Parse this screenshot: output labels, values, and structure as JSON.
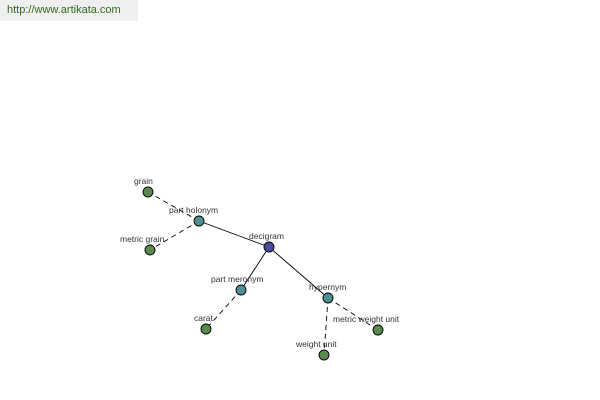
{
  "banner": {
    "url": "http://www.artikata.com"
  },
  "colors": {
    "center": "#4a4a9c",
    "relation": "#4f8f93",
    "leaf": "#5a8a4e",
    "banner_text": "#33691e",
    "banner_bg": "#efefef"
  },
  "graph": {
    "nodes": [
      {
        "id": "decigram",
        "label": "decigram",
        "kind": "center"
      },
      {
        "id": "part-holonym",
        "label": "part holonym",
        "kind": "relation"
      },
      {
        "id": "part-meronym",
        "label": "part meronym",
        "kind": "relation"
      },
      {
        "id": "hypernym",
        "label": "hypernym",
        "kind": "relation"
      },
      {
        "id": "grain",
        "label": "grain",
        "kind": "leaf"
      },
      {
        "id": "metric-grain",
        "label": "metric grain",
        "kind": "leaf"
      },
      {
        "id": "carat",
        "label": "carat",
        "kind": "leaf"
      },
      {
        "id": "weight-unit",
        "label": "weight unit",
        "kind": "leaf"
      },
      {
        "id": "metric-weight-unit",
        "label": "metric weight unit",
        "kind": "leaf"
      }
    ],
    "edges": [
      {
        "from": "decigram",
        "to": "part-holonym",
        "style": "solid"
      },
      {
        "from": "decigram",
        "to": "part-meronym",
        "style": "solid"
      },
      {
        "from": "decigram",
        "to": "hypernym",
        "style": "solid"
      },
      {
        "from": "part-holonym",
        "to": "grain",
        "style": "dashed"
      },
      {
        "from": "part-holonym",
        "to": "metric-grain",
        "style": "dashed"
      },
      {
        "from": "part-meronym",
        "to": "carat",
        "style": "dashed"
      },
      {
        "from": "hypernym",
        "to": "weight-unit",
        "style": "dashed"
      },
      {
        "from": "hypernym",
        "to": "metric-weight-unit",
        "style": "dashed"
      }
    ]
  }
}
